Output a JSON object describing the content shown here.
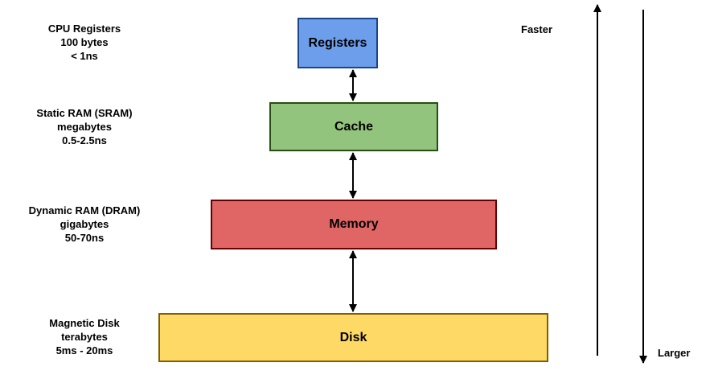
{
  "diagram": {
    "title": "Memory Hierarchy",
    "levels": [
      {
        "name": "Registers",
        "desc": [
          "CPU Registers",
          "100 bytes",
          "< 1ns"
        ],
        "fill": "#6d9eeb",
        "stroke": "#1c4587"
      },
      {
        "name": "Cache",
        "desc": [
          "Static RAM (SRAM)",
          "megabytes",
          "0.5-2.5ns"
        ],
        "fill": "#93c47d",
        "stroke": "#274e13"
      },
      {
        "name": "Memory",
        "desc": [
          "Dynamic RAM (DRAM)",
          "gigabytes",
          "50-70ns"
        ],
        "fill": "#e06666",
        "stroke": "#660000"
      },
      {
        "name": "Disk",
        "desc": [
          "Magnetic Disk",
          "terabytes",
          "5ms - 20ms"
        ],
        "fill": "#ffd966",
        "stroke": "#7f6000"
      }
    ],
    "axis_up_label": "Faster",
    "axis_down_label": "Larger"
  }
}
